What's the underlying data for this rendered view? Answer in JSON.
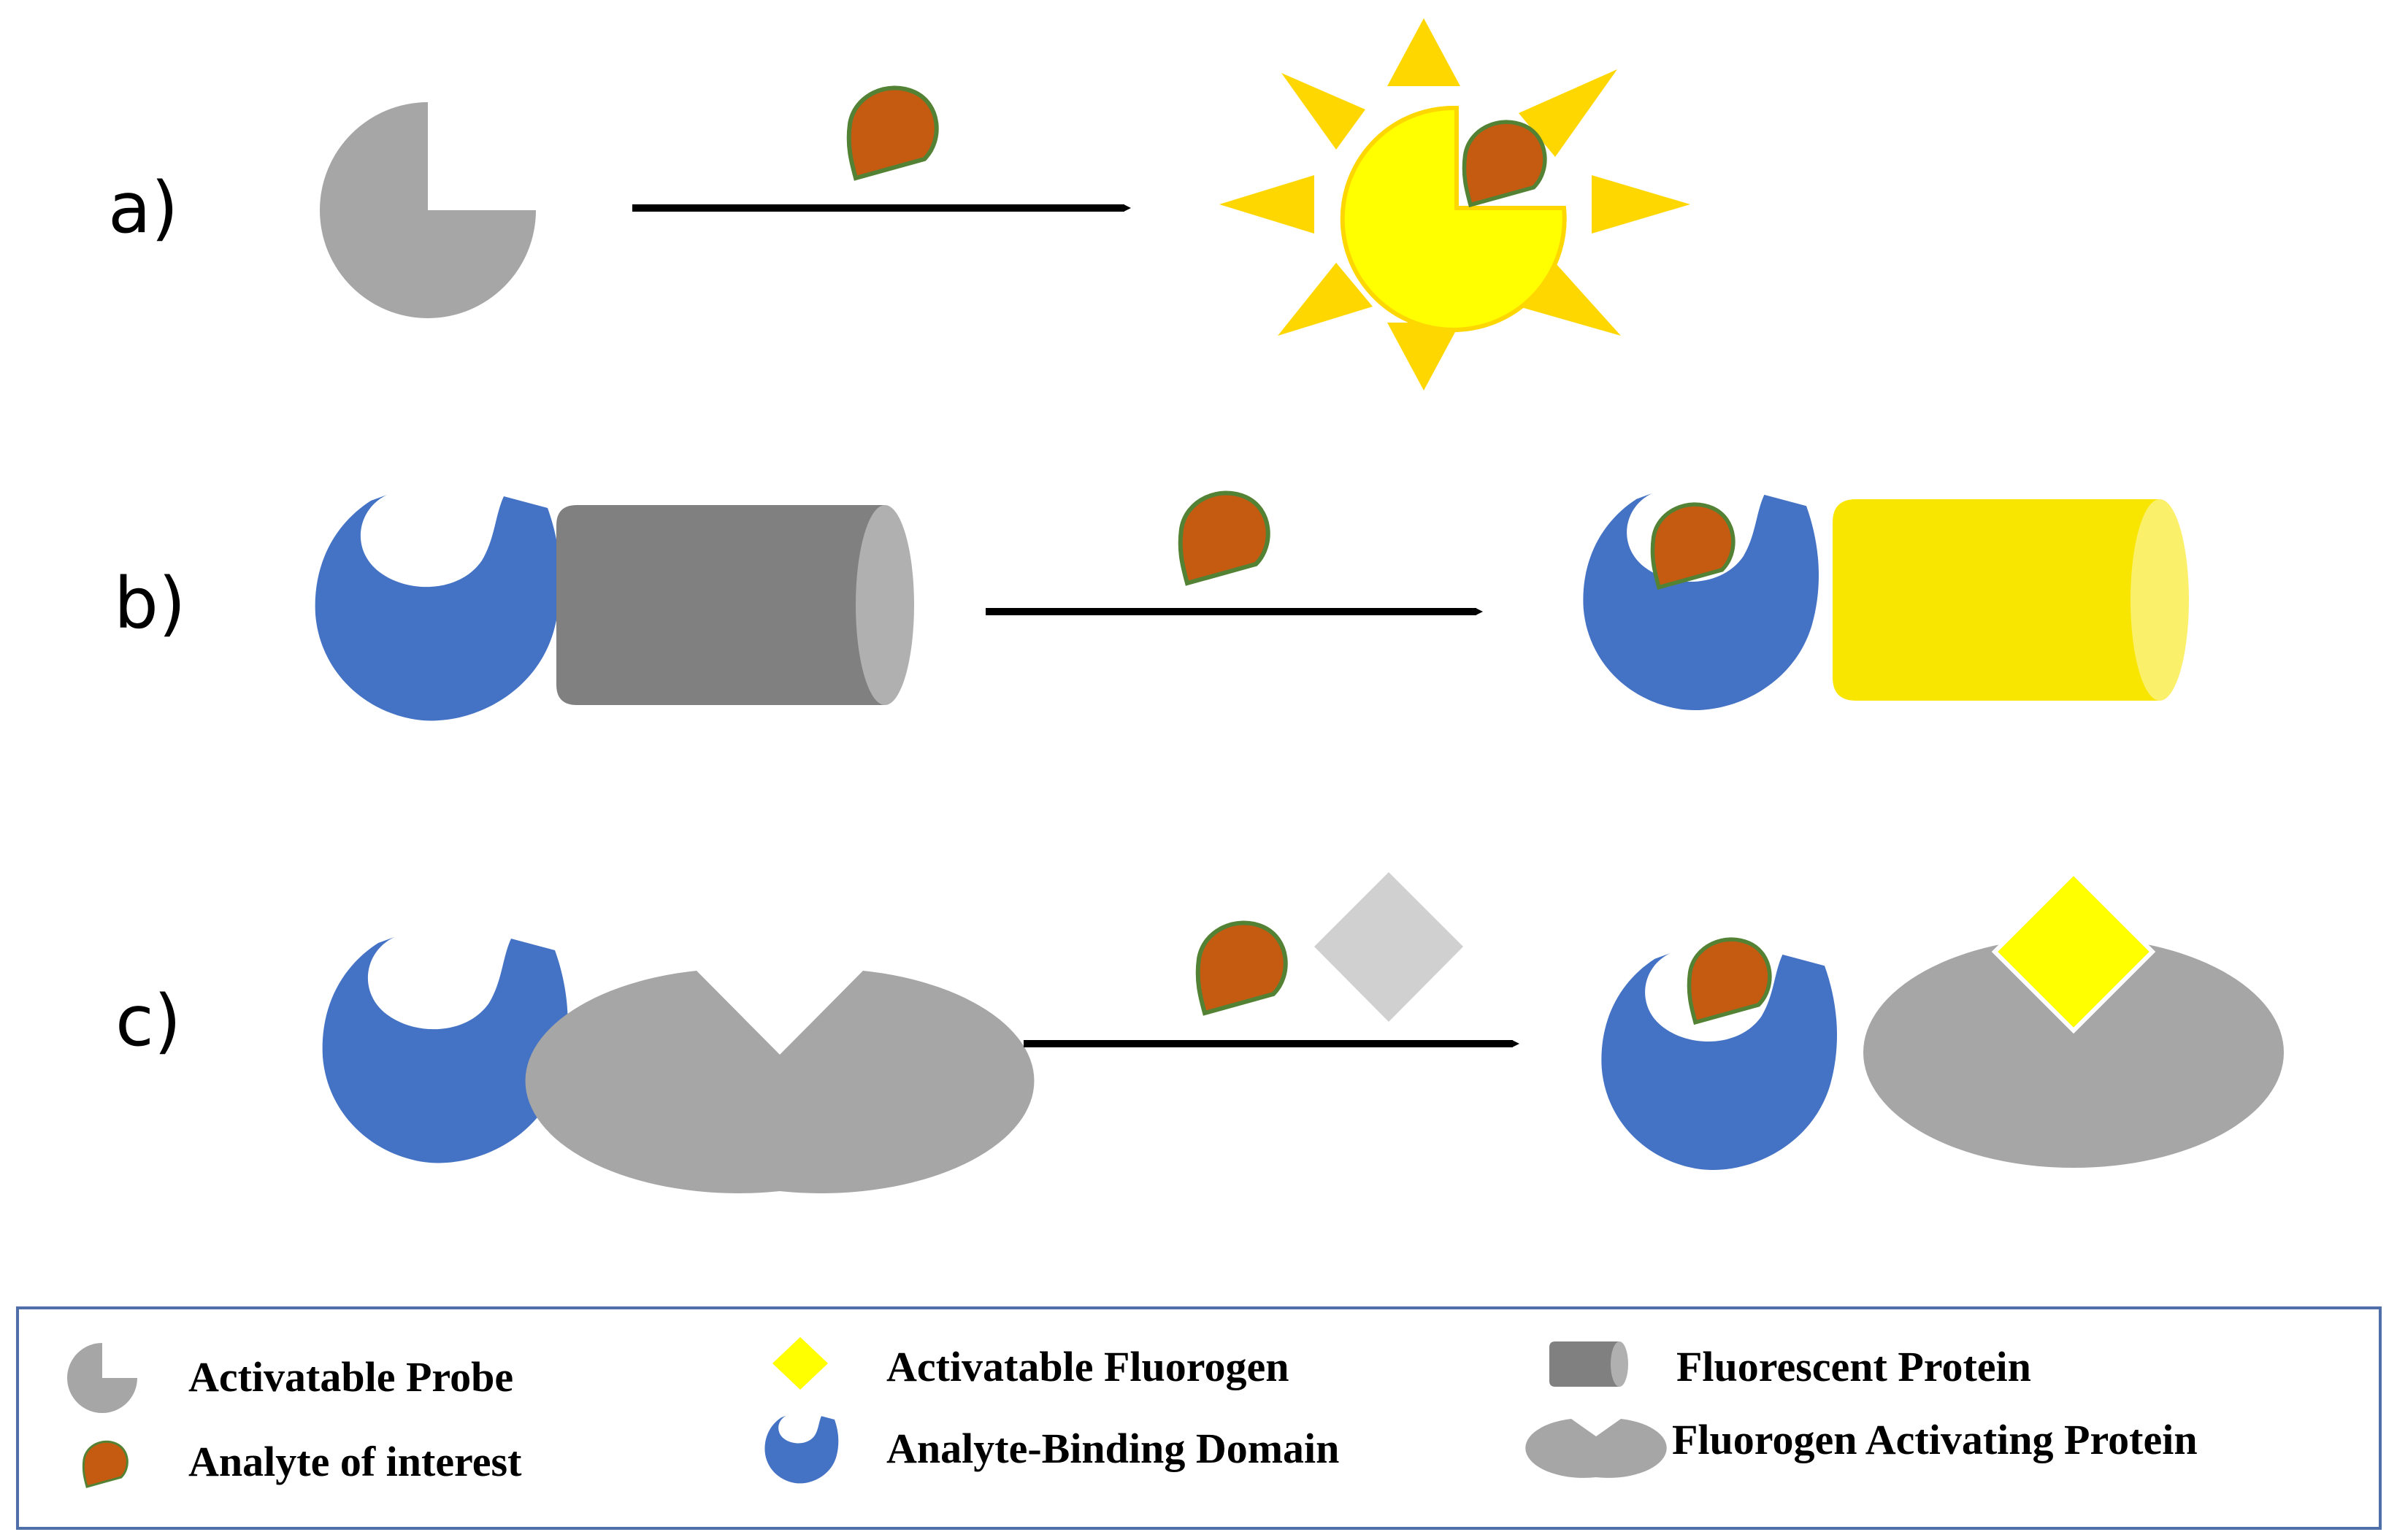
{
  "rows": [
    {
      "label": "a)"
    },
    {
      "label": "b)"
    },
    {
      "label": "c)"
    }
  ],
  "legend": {
    "items": [
      {
        "label": "Activatable Probe",
        "icon": "activatable-probe-icon"
      },
      {
        "label": "Analyte of interest",
        "icon": "analyte-icon"
      },
      {
        "label": "Activatable Fluorogen",
        "icon": "fluorogen-icon"
      },
      {
        "label": "Analyte-Binding Domain",
        "icon": "analyte-binding-domain-icon"
      },
      {
        "label": "Fluorescent Protein",
        "icon": "fluorescent-protein-icon"
      },
      {
        "label": "Fluorogen Activating Protein",
        "icon": "fluorogen-activating-protein-icon"
      }
    ]
  },
  "colors": {
    "probe_gray": "#a6a6a6",
    "dark_gray": "#808080",
    "light_gray": "#d0d0d0",
    "yellow": "#ffff00",
    "fp_yellow": "#f9e600",
    "analyte_orange": "#c55a11",
    "analyte_outline": "#548235",
    "binding_blue": "#4472c4",
    "legend_border": "#4f6fa8"
  }
}
